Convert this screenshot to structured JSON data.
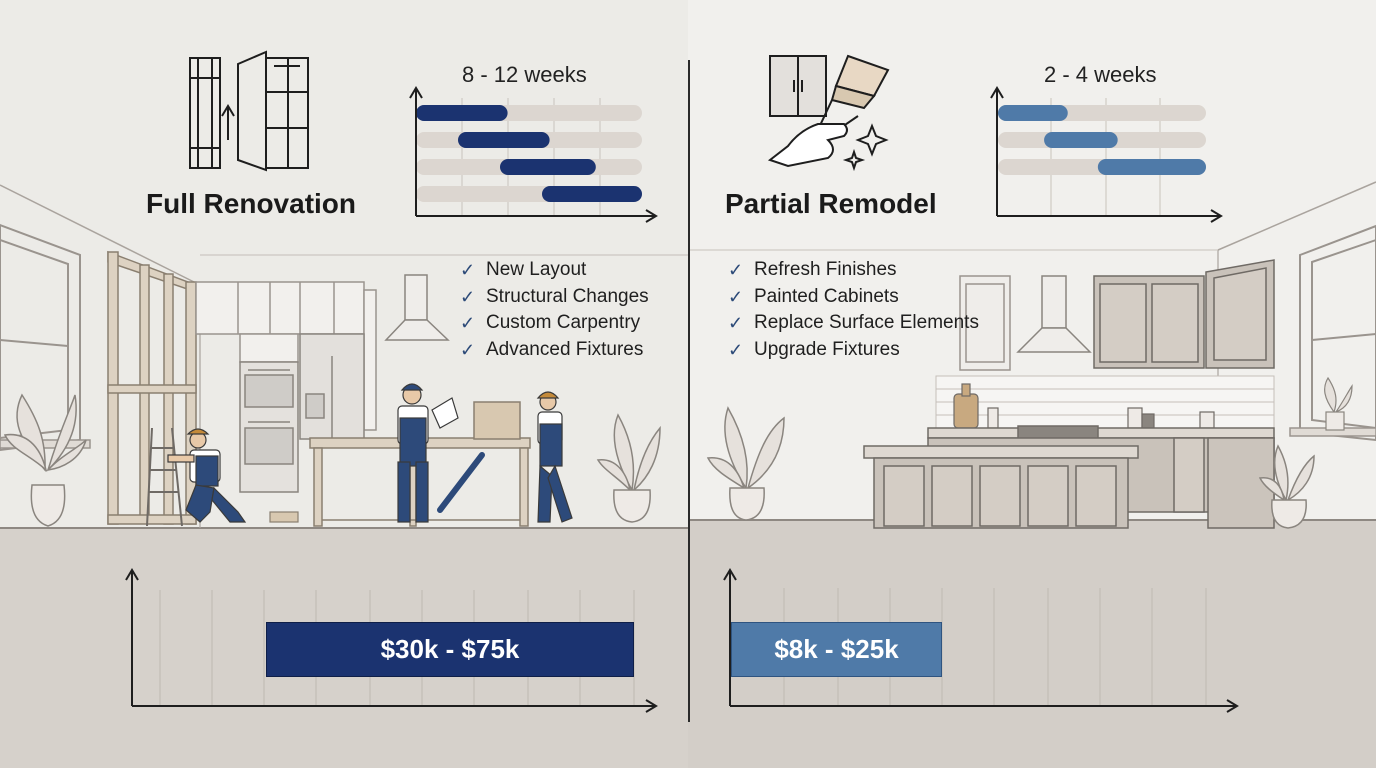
{
  "colors": {
    "background_upper": "#ecebe7",
    "floor": "#d6d1cb",
    "full_accent": "#1b3370",
    "partial_accent": "#4f7aa8",
    "gantt_track": "#dcd6d0",
    "line_art": "#8a857f"
  },
  "full": {
    "title": "Full Renovation",
    "duration": "8 - 12 weeks",
    "icon": "framing-and-cabinet-icon",
    "features": [
      "New Layout",
      "Structural Changes",
      "Custom Carpentry",
      "Advanced Fixtures"
    ],
    "cost": "$30k - $75k",
    "cost_level": 0.57,
    "timeline_phases": [
      {
        "start": 0.0,
        "end": 0.36
      },
      {
        "start": 0.2,
        "end": 0.56
      },
      {
        "start": 0.4,
        "end": 0.78
      },
      {
        "start": 0.6,
        "end": 1.0
      }
    ]
  },
  "partial": {
    "title": "Partial Remodel",
    "duration": "2 - 4 weeks",
    "icon": "paintbrush-and-hand-icon",
    "features": [
      "Refresh Finishes",
      "Painted Cabinets",
      "Replace Surface Elements",
      "Upgrade Fixtures"
    ],
    "cost": "$8k - $25k",
    "cost_level": 0.2,
    "timeline_phases": [
      {
        "start": 0.0,
        "end": 0.28
      },
      {
        "start": 0.24,
        "end": 0.54
      },
      {
        "start": 0.52,
        "end": 1.0
      }
    ]
  }
}
